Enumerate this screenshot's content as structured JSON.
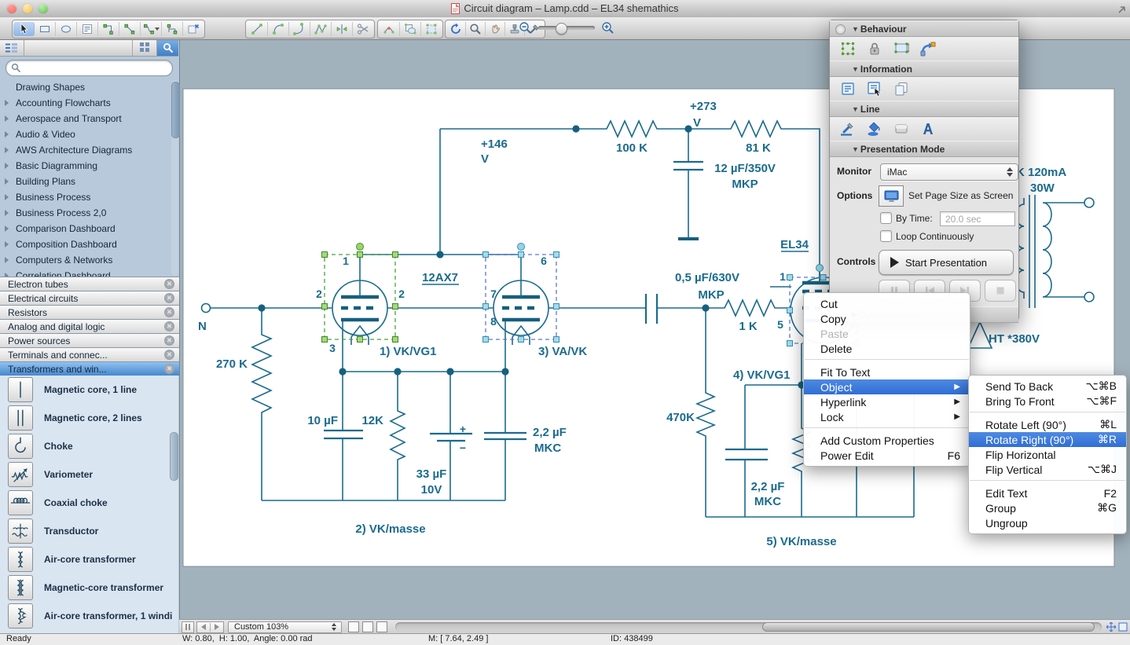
{
  "window": {
    "title": "Circuit diagram – Lamp.cdd – EL34 shemathics",
    "traffic_lights": [
      "close",
      "minimize",
      "zoom"
    ],
    "resize_icon": "window-resize-icon"
  },
  "toolbar": {
    "groups": [
      {
        "icons": [
          "select-arrow",
          "rectangle-tool",
          "ellipse-tool",
          "text-tool",
          "connector-corner",
          "connector-direct",
          "connector-smart",
          "connector-tree",
          "delete-shape-tool"
        ]
      },
      {
        "icons": [
          "line-tool",
          "arc-tool",
          "curve-tool",
          "polyline-tool",
          "split-tool",
          "scissors-tool"
        ]
      },
      {
        "icons": [
          "reshape-tool",
          "group-shapes-tool",
          "select-shapes-tool"
        ]
      },
      {
        "icons": [
          "rotate-tool",
          "zoom-tool",
          "pan-tool",
          "stamp-tool",
          "eyedropper-tool"
        ]
      }
    ],
    "zoom_controls": [
      "zoom-out-icon",
      "zoom-slider",
      "zoom-in-icon"
    ]
  },
  "sidebar": {
    "header_icons": [
      "tree-view-icon",
      "grid-view-icon",
      "search-icon"
    ],
    "search": {
      "value": "",
      "placeholder": ""
    },
    "libraries": [
      "Drawing Shapes",
      "Accounting Flowcharts",
      "Aerospace and Transport",
      "Audio & Video",
      "AWS Architecture Diagrams",
      "Basic Diagramming",
      "Building Plans",
      "Business Process",
      "Business Process 2,0",
      "Comparison Dashboard",
      "Composition Dashboard",
      "Computers & Networks",
      "Correlation Dashboard"
    ],
    "tab_close_icon": "close-circle-icon",
    "tabs": [
      {
        "label": "Electron tubes"
      },
      {
        "label": "Electrical circuits"
      },
      {
        "label": "Resistors"
      },
      {
        "label": "Analog and digital logic"
      },
      {
        "label": "Power sources"
      },
      {
        "label": "Terminals and connec..."
      },
      {
        "label": "Transformers and win...",
        "selected": true
      }
    ],
    "shapes": [
      {
        "label": "Magnetic core, 1 line",
        "icon": "magnetic-core-1-line-icon"
      },
      {
        "label": "Magnetic core, 2 lines",
        "icon": "magnetic-core-2-lines-icon"
      },
      {
        "label": "Choke",
        "icon": "choke-icon"
      },
      {
        "label": "Variometer",
        "icon": "variometer-icon"
      },
      {
        "label": "Coaxial choke",
        "icon": "coaxial-choke-icon"
      },
      {
        "label": "Transductor",
        "icon": "transductor-icon"
      },
      {
        "label": "Air-core transformer",
        "icon": "air-core-transformer-icon"
      },
      {
        "label": "Magnetic-core transformer",
        "icon": "magnetic-core-transformer-icon"
      },
      {
        "label": "Air-core transformer, 1 windi",
        "icon": "air-core-transformer-1-winding-icon"
      }
    ]
  },
  "canvas": {
    "labels": [
      {
        "text": "+146"
      },
      {
        "text": "V"
      },
      {
        "text": "+273"
      },
      {
        "text": "V"
      },
      {
        "text": "100 K"
      },
      {
        "text": "81 K"
      },
      {
        "text": "12 µF/350V"
      },
      {
        "text": "MKP"
      },
      {
        "text": "12AX7"
      },
      {
        "text": "N"
      },
      {
        "text": "270 K"
      },
      {
        "text": "1"
      },
      {
        "text": "2"
      },
      {
        "text": "2"
      },
      {
        "text": "3"
      },
      {
        "text": "1) VK/VG1"
      },
      {
        "text": "6"
      },
      {
        "text": "7"
      },
      {
        "text": "8"
      },
      {
        "text": "3) VA/VK"
      },
      {
        "text": "10 µF"
      },
      {
        "text": "12K"
      },
      {
        "text": "+"
      },
      {
        "text": "−"
      },
      {
        "text": "33 µF"
      },
      {
        "text": "10V"
      },
      {
        "text": "2,2 µF"
      },
      {
        "text": "MKC"
      },
      {
        "text": "2) VK/masse"
      },
      {
        "text": "0,5 µF/630V"
      },
      {
        "text": "MKP"
      },
      {
        "text": "1 K"
      },
      {
        "text": "EL34"
      },
      {
        "text": "1"
      },
      {
        "text": "5"
      },
      {
        "text": "470K"
      },
      {
        "text": "4) VK/VG1"
      },
      {
        "text": "2,2 µF"
      },
      {
        "text": "MKC"
      },
      {
        "text": "5) VK/masse"
      },
      {
        "text": "HT *380V"
      },
      {
        "text": "K 120mA"
      },
      {
        "text": "30W"
      }
    ]
  },
  "panel": {
    "close_icon": "panel-circle-icon",
    "behaviour": {
      "title": "Behaviour",
      "icons": [
        "selection-frame-icon",
        "lock-icon",
        "resize-frame-icon",
        "connector-action-icon"
      ]
    },
    "information": {
      "title": "Information",
      "icons": [
        "note-icon",
        "custom-properties-icon",
        "duplicates-icon"
      ]
    },
    "line": {
      "title": "Line",
      "icons": [
        "brush-icon",
        "fill-bucket-icon",
        "swatch-icon",
        "text-format-icon"
      ]
    },
    "presentation": {
      "title": "Presentation Mode",
      "monitor_label": "Monitor",
      "monitor_value": "iMac",
      "options_label": "Options",
      "set_page_size_label": "Set Page Size as Screen",
      "by_time_label": "By Time:",
      "by_time_value": "20.0 sec",
      "loop_label": "Loop Continuously",
      "controls_label": "Controls",
      "start_button_label": "Start Presentation",
      "playback_icons": [
        "pause-icon",
        "previous-icon",
        "next-icon",
        "stop-icon"
      ]
    },
    "dynamic_help": {
      "title": "Dynamic Help"
    }
  },
  "context_menu": {
    "items": [
      {
        "label": "Cut"
      },
      {
        "label": "Copy"
      },
      {
        "label": "Paste",
        "disabled": true
      },
      {
        "label": "Delete"
      },
      {
        "label": "Fit To Text"
      },
      {
        "label": "Object",
        "highlighted": true,
        "has_submenu": true
      },
      {
        "label": "Hyperlink",
        "has_submenu": true
      },
      {
        "label": "Lock",
        "has_submenu": true
      },
      {
        "label": "Add Custom Properties"
      },
      {
        "label": "Power Edit",
        "shortcut": "F6"
      }
    ]
  },
  "submenu": {
    "items": [
      {
        "label": "Send To Back",
        "shortcut": "⌥⌘B"
      },
      {
        "label": "Bring To Front",
        "shortcut": "⌥⌘F"
      },
      {
        "label": "Rotate Left (90°)",
        "shortcut": "⌘L"
      },
      {
        "label": "Rotate Right (90°)",
        "shortcut": "⌘R",
        "highlighted": true
      },
      {
        "label": "Flip Horizontal"
      },
      {
        "label": "Flip Vertical",
        "shortcut": "⌥⌘J"
      },
      {
        "label": "Edit Text",
        "shortcut": "F2"
      },
      {
        "label": "Group",
        "shortcut": "⌘G"
      },
      {
        "label": "Ungroup"
      }
    ]
  },
  "bottom_bar": {
    "zoom_value": "Custom 103%",
    "right_icons": [
      "pan-page-icon",
      "page-frame-icon"
    ]
  },
  "status_bar": {
    "ready": "Ready",
    "dimensions": "W: 0.80,  H: 1.00,  Angle: 0.00 rad",
    "mouse": "M: [ 7.64, 2.49 ]",
    "object_id": "ID: 438499"
  },
  "colors": {
    "accent": "#3875d7",
    "circuit": "#1b6b8e",
    "selection_green": "#46a33c",
    "selection_blue": "#5b79cf"
  }
}
